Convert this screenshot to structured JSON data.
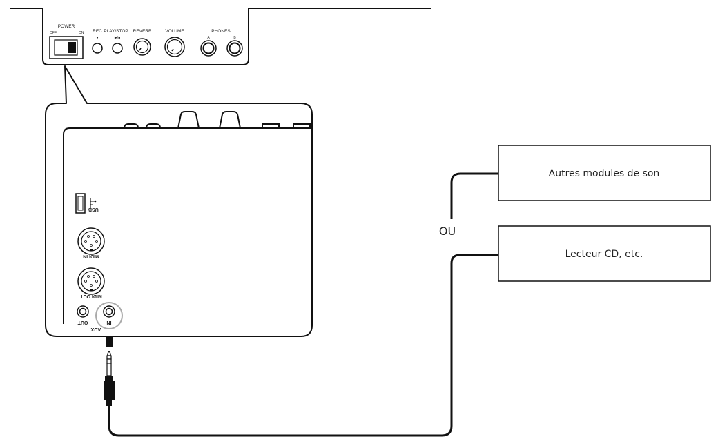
{
  "front_panel": {
    "power_label": "POWER",
    "off_label": "OFF",
    "on_label": "ON",
    "rec_label": "REC",
    "play_stop_label": "PLAY/STOP",
    "play_stop_symbol": "▶/■",
    "rec_symbol": "●",
    "reverb_label": "REVERB",
    "volume_label": "VOLUME",
    "phones_label": "PHONES",
    "phones_a_label": "A",
    "phones_b_label": "B"
  },
  "rear_panel": {
    "usb_label": "USB",
    "midi_in_label": "MIDI IN",
    "midi_out_label": "MIDI OUT",
    "aux_out_label": "OUT",
    "aux_in_label": "IN",
    "aux_label": "AUX"
  },
  "devices": {
    "sound_modules_label": "Autres modules de son",
    "cd_player_label": "Lecteur CD, etc."
  },
  "connector": {
    "or_label": "OU"
  },
  "icons": {
    "usb": "usb-icon",
    "plug": "jack-plug-icon"
  }
}
